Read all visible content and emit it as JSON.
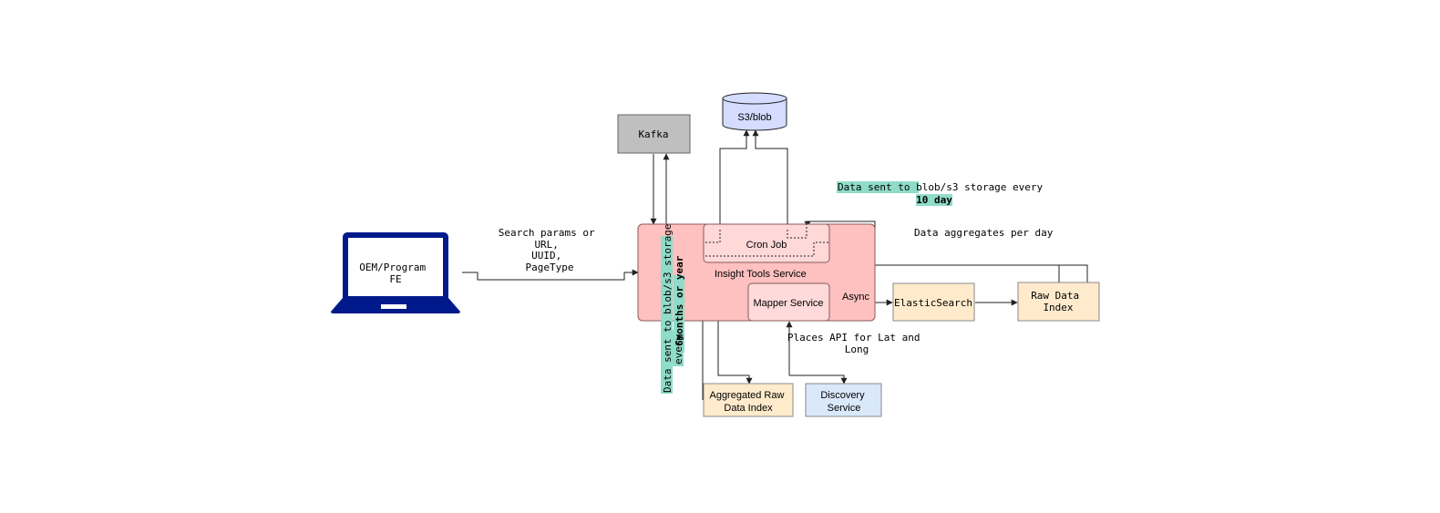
{
  "nodes": {
    "laptop": [
      "OEM/Program",
      "FE"
    ],
    "kafka": "Kafka",
    "s3": "S3/blob",
    "insight_service": "Insight Tools Service",
    "cron_job": "Cron Job",
    "mapper_service": "Mapper Service",
    "elasticsearch": "ElasticSearch",
    "raw_data_index": [
      "Raw Data",
      "Index"
    ],
    "aggregated_index": [
      "Aggregated Raw",
      "Data Index"
    ],
    "discovery_service": [
      "Discovery",
      "Service"
    ]
  },
  "labels": {
    "search_params": [
      "Search params or",
      "URL,",
      "UUID,",
      "PageType"
    ],
    "async": "Async",
    "places_api": [
      "Places API for Lat and",
      "Long"
    ],
    "data_aggregates": "Data aggregates per day",
    "blob_10day_line1": "Data sent to blob/s3 storage every",
    "blob_10day_line2": "10 day",
    "blob_vertical_line1": "Data sent to blob/s3 storage",
    "blob_vertical_line2": "every",
    "blob_vertical_line3": "6months or year"
  },
  "colors": {
    "laptop": "#001a8c",
    "kafka_fill": "#bfbfbf",
    "s3_fill": "#d4dcff",
    "service_fill": "#ffc0c0",
    "cron_fill": "#ffd8d8",
    "mapper_fill": "#ffdada",
    "es_fill": "#ffebcc",
    "discovery_fill": "#dae8fc",
    "highlight": "#8fdcc8"
  }
}
